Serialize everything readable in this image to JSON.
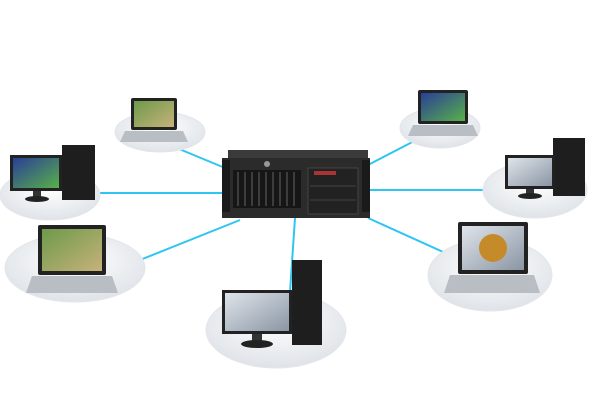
{
  "colors": {
    "link": "#2ec5f2",
    "server": "#2a2a2a",
    "platform": "#eef0f3",
    "screen_laptop": "#4a7d3a",
    "screen_desktop": "#2d3e8a"
  },
  "hub": {
    "icon": "rack-server-icon"
  },
  "nodes": [
    {
      "id": "laptop-top-left",
      "icon": "laptop-icon"
    },
    {
      "id": "desktop-left",
      "icon": "desktop-computer-icon"
    },
    {
      "id": "laptop-left",
      "icon": "laptop-icon"
    },
    {
      "id": "desktop-bottom",
      "icon": "desktop-computer-icon"
    },
    {
      "id": "laptop-bottom-right",
      "icon": "laptop-icon"
    },
    {
      "id": "desktop-right",
      "icon": "desktop-computer-icon"
    },
    {
      "id": "laptop-top-right",
      "icon": "laptop-icon"
    }
  ]
}
